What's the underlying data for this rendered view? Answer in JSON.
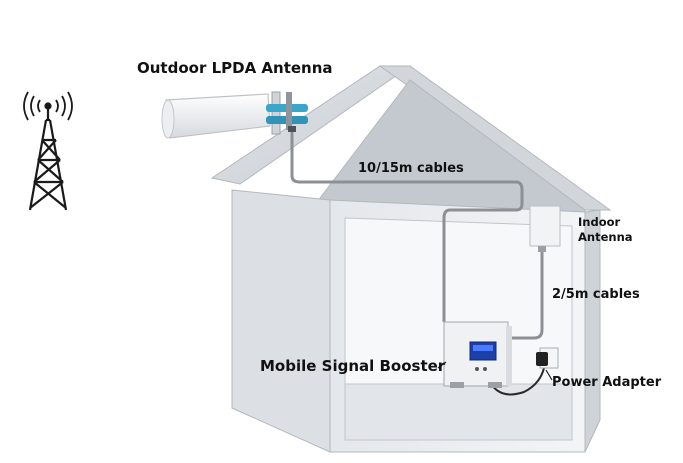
{
  "labels": {
    "outdoor_antenna": "Outdoor LPDA Antenna",
    "outdoor_cable": "10/15m cables",
    "indoor_antenna_line1": "Indoor",
    "indoor_antenna_line2": "Antenna",
    "indoor_cable": "2/5m cables",
    "booster": "Mobile Signal Booster",
    "power_adapter": "Power Adapter"
  },
  "colors": {
    "roof_outer": "#d9dde2",
    "roof_inner": "#cdd1d6",
    "wall": "#ebedf0",
    "cable": "#8c8f93",
    "connector": "#3aa6c9",
    "booster_display": "#1c3fa8",
    "text": "#111111"
  },
  "icons": {
    "tower": "cell-tower-icon",
    "antenna": "lpda-antenna-icon",
    "indoor_antenna": "panel-antenna-icon",
    "booster": "signal-booster-icon",
    "adapter": "power-adapter-icon"
  }
}
